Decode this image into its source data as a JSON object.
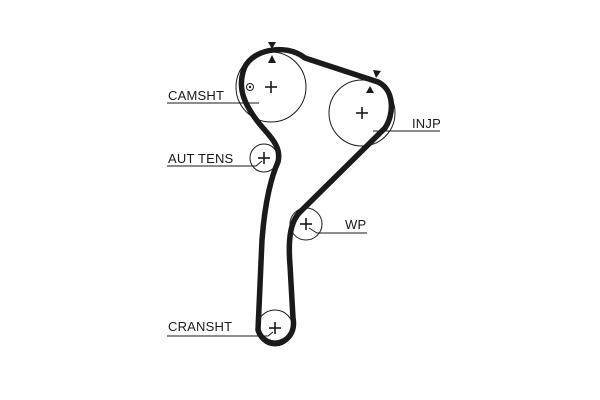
{
  "labels": {
    "camshaft": "CAMSHT",
    "auto_tensioner": "AUT TENS",
    "injection_pump": "INJP",
    "water_pump": "WP",
    "crankshaft": "CRANSHT"
  },
  "colors": {
    "belt": "#1a1a1a",
    "line": "#1a1a1a",
    "background": "#ffffff"
  },
  "icons": {
    "timing_mark": "triangle-marker",
    "pulley_center": "plus-cross"
  }
}
